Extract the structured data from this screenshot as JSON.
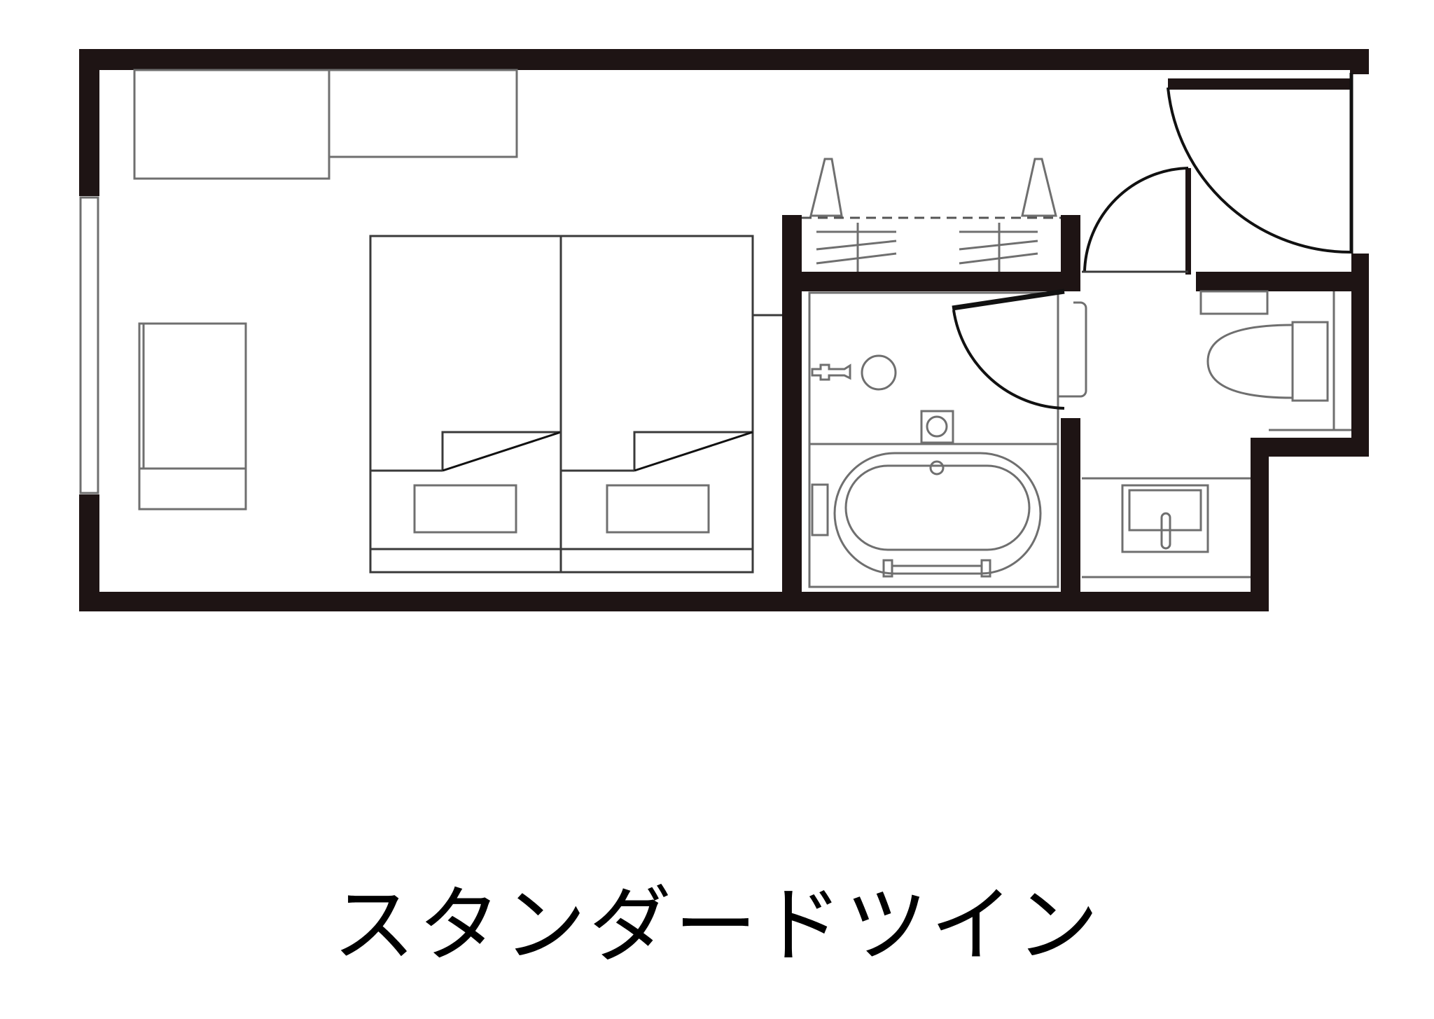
{
  "title": "スタンダードツイン",
  "plan": {
    "rooms": [
      {
        "name": "bedroom",
        "features": [
          "window",
          "desk",
          "tv-cabinet",
          "sofa",
          "twin-bed-1",
          "twin-bed-2"
        ]
      },
      {
        "name": "closet",
        "features": [
          "hangers",
          "hanging-rail",
          "sliding-door"
        ]
      },
      {
        "name": "bathroom",
        "features": [
          "shower",
          "washbasin-mirror",
          "drain",
          "bathtub",
          "door"
        ]
      },
      {
        "name": "toilet-vanity",
        "features": [
          "toilet",
          "sink",
          "grab-bar"
        ]
      },
      {
        "name": "entrance",
        "features": [
          "entry-door",
          "inner-door"
        ]
      }
    ],
    "colors": {
      "wall": "#1e1414",
      "fixture": "#6f6f6f",
      "background": "#ffffff"
    }
  }
}
